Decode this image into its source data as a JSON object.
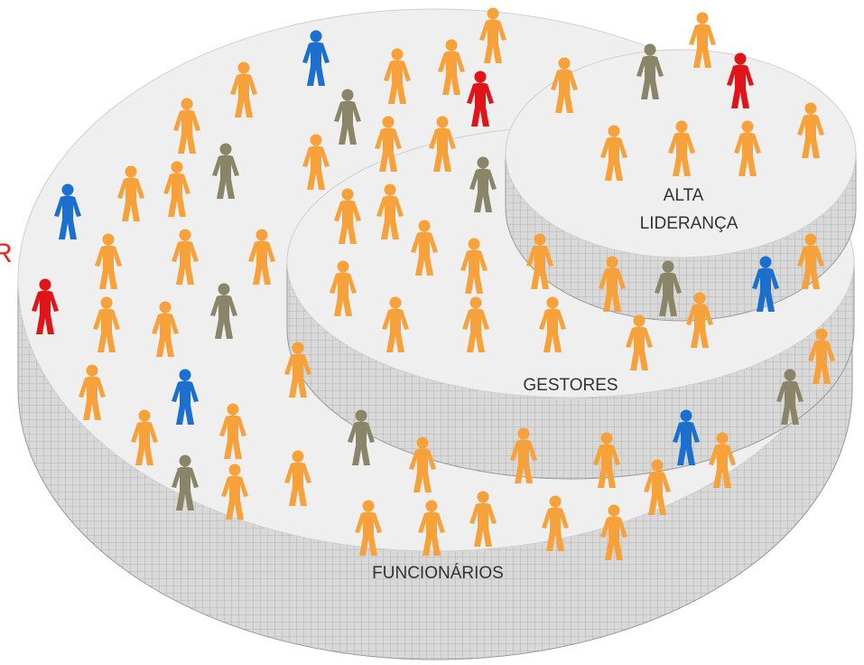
{
  "edge_mark": "R",
  "tiers": [
    {
      "id": "funcionarios",
      "lines": [
        "FUNCIONÁRIOS"
      ]
    },
    {
      "id": "gestores",
      "lines": [
        "GESTORES"
      ]
    },
    {
      "id": "alta-lideranca",
      "lines": [
        "ALTA",
        "LIDERANÇA"
      ]
    }
  ],
  "colors": {
    "platform_top": "#efefef",
    "platform_side": "#d8d8d8",
    "grid_line": "#a9a9a9",
    "person_orange": "#f7a13a",
    "person_blue": "#1a6fcf",
    "person_gray": "#8a8468",
    "person_red": "#e0151a",
    "label": "#333333",
    "edge_mark": "#e8261d"
  },
  "people": [
    {
      "tier": "funcionarios",
      "color": "orange"
    },
    {
      "tier": "funcionarios",
      "color": "orange"
    },
    {
      "tier": "funcionarios",
      "color": "orange"
    },
    {
      "tier": "funcionarios",
      "color": "blue"
    },
    {
      "tier": "funcionarios",
      "color": "orange"
    },
    {
      "tier": "funcionarios",
      "color": "gray"
    },
    {
      "tier": "funcionarios",
      "color": "orange"
    },
    {
      "tier": "funcionarios",
      "color": "orange"
    },
    {
      "tier": "funcionarios",
      "color": "red"
    },
    {
      "tier": "funcionarios",
      "color": "orange"
    },
    {
      "tier": "funcionarios",
      "color": "gray"
    },
    {
      "tier": "funcionarios",
      "color": "orange"
    },
    {
      "tier": "funcionarios",
      "color": "orange"
    },
    {
      "tier": "funcionarios",
      "color": "blue"
    },
    {
      "tier": "funcionarios",
      "color": "orange"
    },
    {
      "tier": "funcionarios",
      "color": "orange"
    },
    {
      "tier": "funcionarios",
      "color": "orange"
    },
    {
      "tier": "funcionarios",
      "color": "red"
    },
    {
      "tier": "funcionarios",
      "color": "orange"
    },
    {
      "tier": "funcionarios",
      "color": "orange"
    },
    {
      "tier": "funcionarios",
      "color": "gray"
    },
    {
      "tier": "funcionarios",
      "color": "orange"
    },
    {
      "tier": "funcionarios",
      "color": "orange"
    },
    {
      "tier": "funcionarios",
      "color": "orange"
    },
    {
      "tier": "funcionarios",
      "color": "blue"
    },
    {
      "tier": "funcionarios",
      "color": "orange"
    },
    {
      "tier": "funcionarios",
      "color": "gray"
    },
    {
      "tier": "funcionarios",
      "color": "orange"
    },
    {
      "tier": "funcionarios",
      "color": "orange"
    },
    {
      "tier": "funcionarios",
      "color": "gray"
    },
    {
      "tier": "funcionarios",
      "color": "orange"
    },
    {
      "tier": "funcionarios",
      "color": "orange"
    },
    {
      "tier": "funcionarios",
      "color": "orange"
    },
    {
      "tier": "funcionarios",
      "color": "orange"
    },
    {
      "tier": "funcionarios",
      "color": "orange"
    },
    {
      "tier": "funcionarios",
      "color": "orange"
    },
    {
      "tier": "funcionarios",
      "color": "orange"
    },
    {
      "tier": "funcionarios",
      "color": "orange"
    },
    {
      "tier": "funcionarios",
      "color": "blue"
    },
    {
      "tier": "funcionarios",
      "color": "orange"
    },
    {
      "tier": "funcionarios",
      "color": "orange"
    },
    {
      "tier": "funcionarios",
      "color": "gray"
    },
    {
      "tier": "funcionarios",
      "color": "orange"
    },
    {
      "tier": "funcionarios",
      "color": "orange"
    },
    {
      "tier": "funcionarios",
      "color": "orange"
    },
    {
      "tier": "funcionarios",
      "color": "orange"
    },
    {
      "tier": "funcionarios",
      "color": "orange"
    },
    {
      "tier": "funcionarios",
      "color": "orange"
    },
    {
      "tier": "funcionarios",
      "color": "gray"
    },
    {
      "tier": "funcionarios",
      "color": "orange"
    },
    {
      "tier": "funcionarios",
      "color": "orange"
    },
    {
      "tier": "funcionarios",
      "color": "orange"
    },
    {
      "tier": "gestores",
      "color": "orange"
    },
    {
      "tier": "gestores",
      "color": "orange"
    },
    {
      "tier": "gestores",
      "color": "gray"
    },
    {
      "tier": "gestores",
      "color": "orange"
    },
    {
      "tier": "gestores",
      "color": "orange"
    },
    {
      "tier": "gestores",
      "color": "blue"
    },
    {
      "tier": "gestores",
      "color": "orange"
    },
    {
      "tier": "gestores",
      "color": "orange"
    },
    {
      "tier": "gestores",
      "color": "orange"
    },
    {
      "tier": "gestores",
      "color": "gray"
    },
    {
      "tier": "gestores",
      "color": "orange"
    },
    {
      "tier": "gestores",
      "color": "red"
    },
    {
      "tier": "gestores",
      "color": "orange"
    },
    {
      "tier": "gestores",
      "color": "orange"
    },
    {
      "tier": "gestores",
      "color": "orange"
    },
    {
      "tier": "gestores",
      "color": "orange"
    },
    {
      "tier": "gestores",
      "color": "orange"
    },
    {
      "tier": "gestores",
      "color": "orange"
    },
    {
      "tier": "gestores",
      "color": "gray"
    },
    {
      "tier": "gestores",
      "color": "orange"
    },
    {
      "tier": "alta-lideranca",
      "color": "orange"
    },
    {
      "tier": "alta-lideranca",
      "color": "red"
    },
    {
      "tier": "alta-lideranca",
      "color": "orange"
    },
    {
      "tier": "alta-lideranca",
      "color": "orange"
    },
    {
      "tier": "alta-lideranca",
      "color": "orange"
    },
    {
      "tier": "alta-lideranca",
      "color": "gray"
    },
    {
      "tier": "alta-lideranca",
      "color": "blue"
    },
    {
      "tier": "alta-lideranca",
      "color": "orange"
    }
  ]
}
